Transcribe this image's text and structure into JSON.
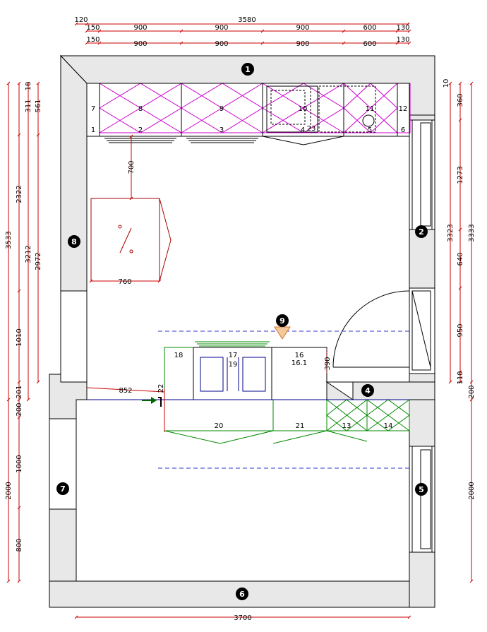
{
  "dimensions": {
    "top_total": "3580",
    "top_left_offset": "120",
    "top_row1": [
      "150",
      "900",
      "900",
      "900",
      "600",
      "130"
    ],
    "top_row2": [
      "150",
      "900",
      "900",
      "900",
      "600",
      "130"
    ],
    "bottom_total": "3700",
    "left": [
      "3533",
      "2322",
      "1010",
      "201",
      "200",
      "1000",
      "800",
      "2000",
      "10",
      "311",
      "561",
      "3212",
      "2972"
    ],
    "right": [
      "10",
      "360",
      "1273",
      "3323",
      "3333",
      "640",
      "950",
      "110",
      "200",
      "2000"
    ],
    "island_gap": "700",
    "table_width": "760",
    "island_offset": "852",
    "small": [
      "22",
      "390"
    ]
  },
  "cabinet_labels": [
    "7",
    "8",
    "9",
    "10",
    "11",
    "12",
    "1",
    "2",
    "3",
    "4",
    "23",
    "5",
    "6",
    "18",
    "17",
    "19",
    "16",
    "16.1",
    "20",
    "21",
    "13",
    "14"
  ],
  "wall_markers": [
    "1",
    "2",
    "4",
    "5",
    "6",
    "7",
    "8",
    "9"
  ],
  "colors": {
    "wall": "#e8e8e8",
    "dimension": "#cc0000",
    "wall_cabinet": "#cc00cc",
    "island": "#008800",
    "reference_line": "#3333cc",
    "marker": "#000000",
    "viewpoint": "#f5c89a"
  }
}
